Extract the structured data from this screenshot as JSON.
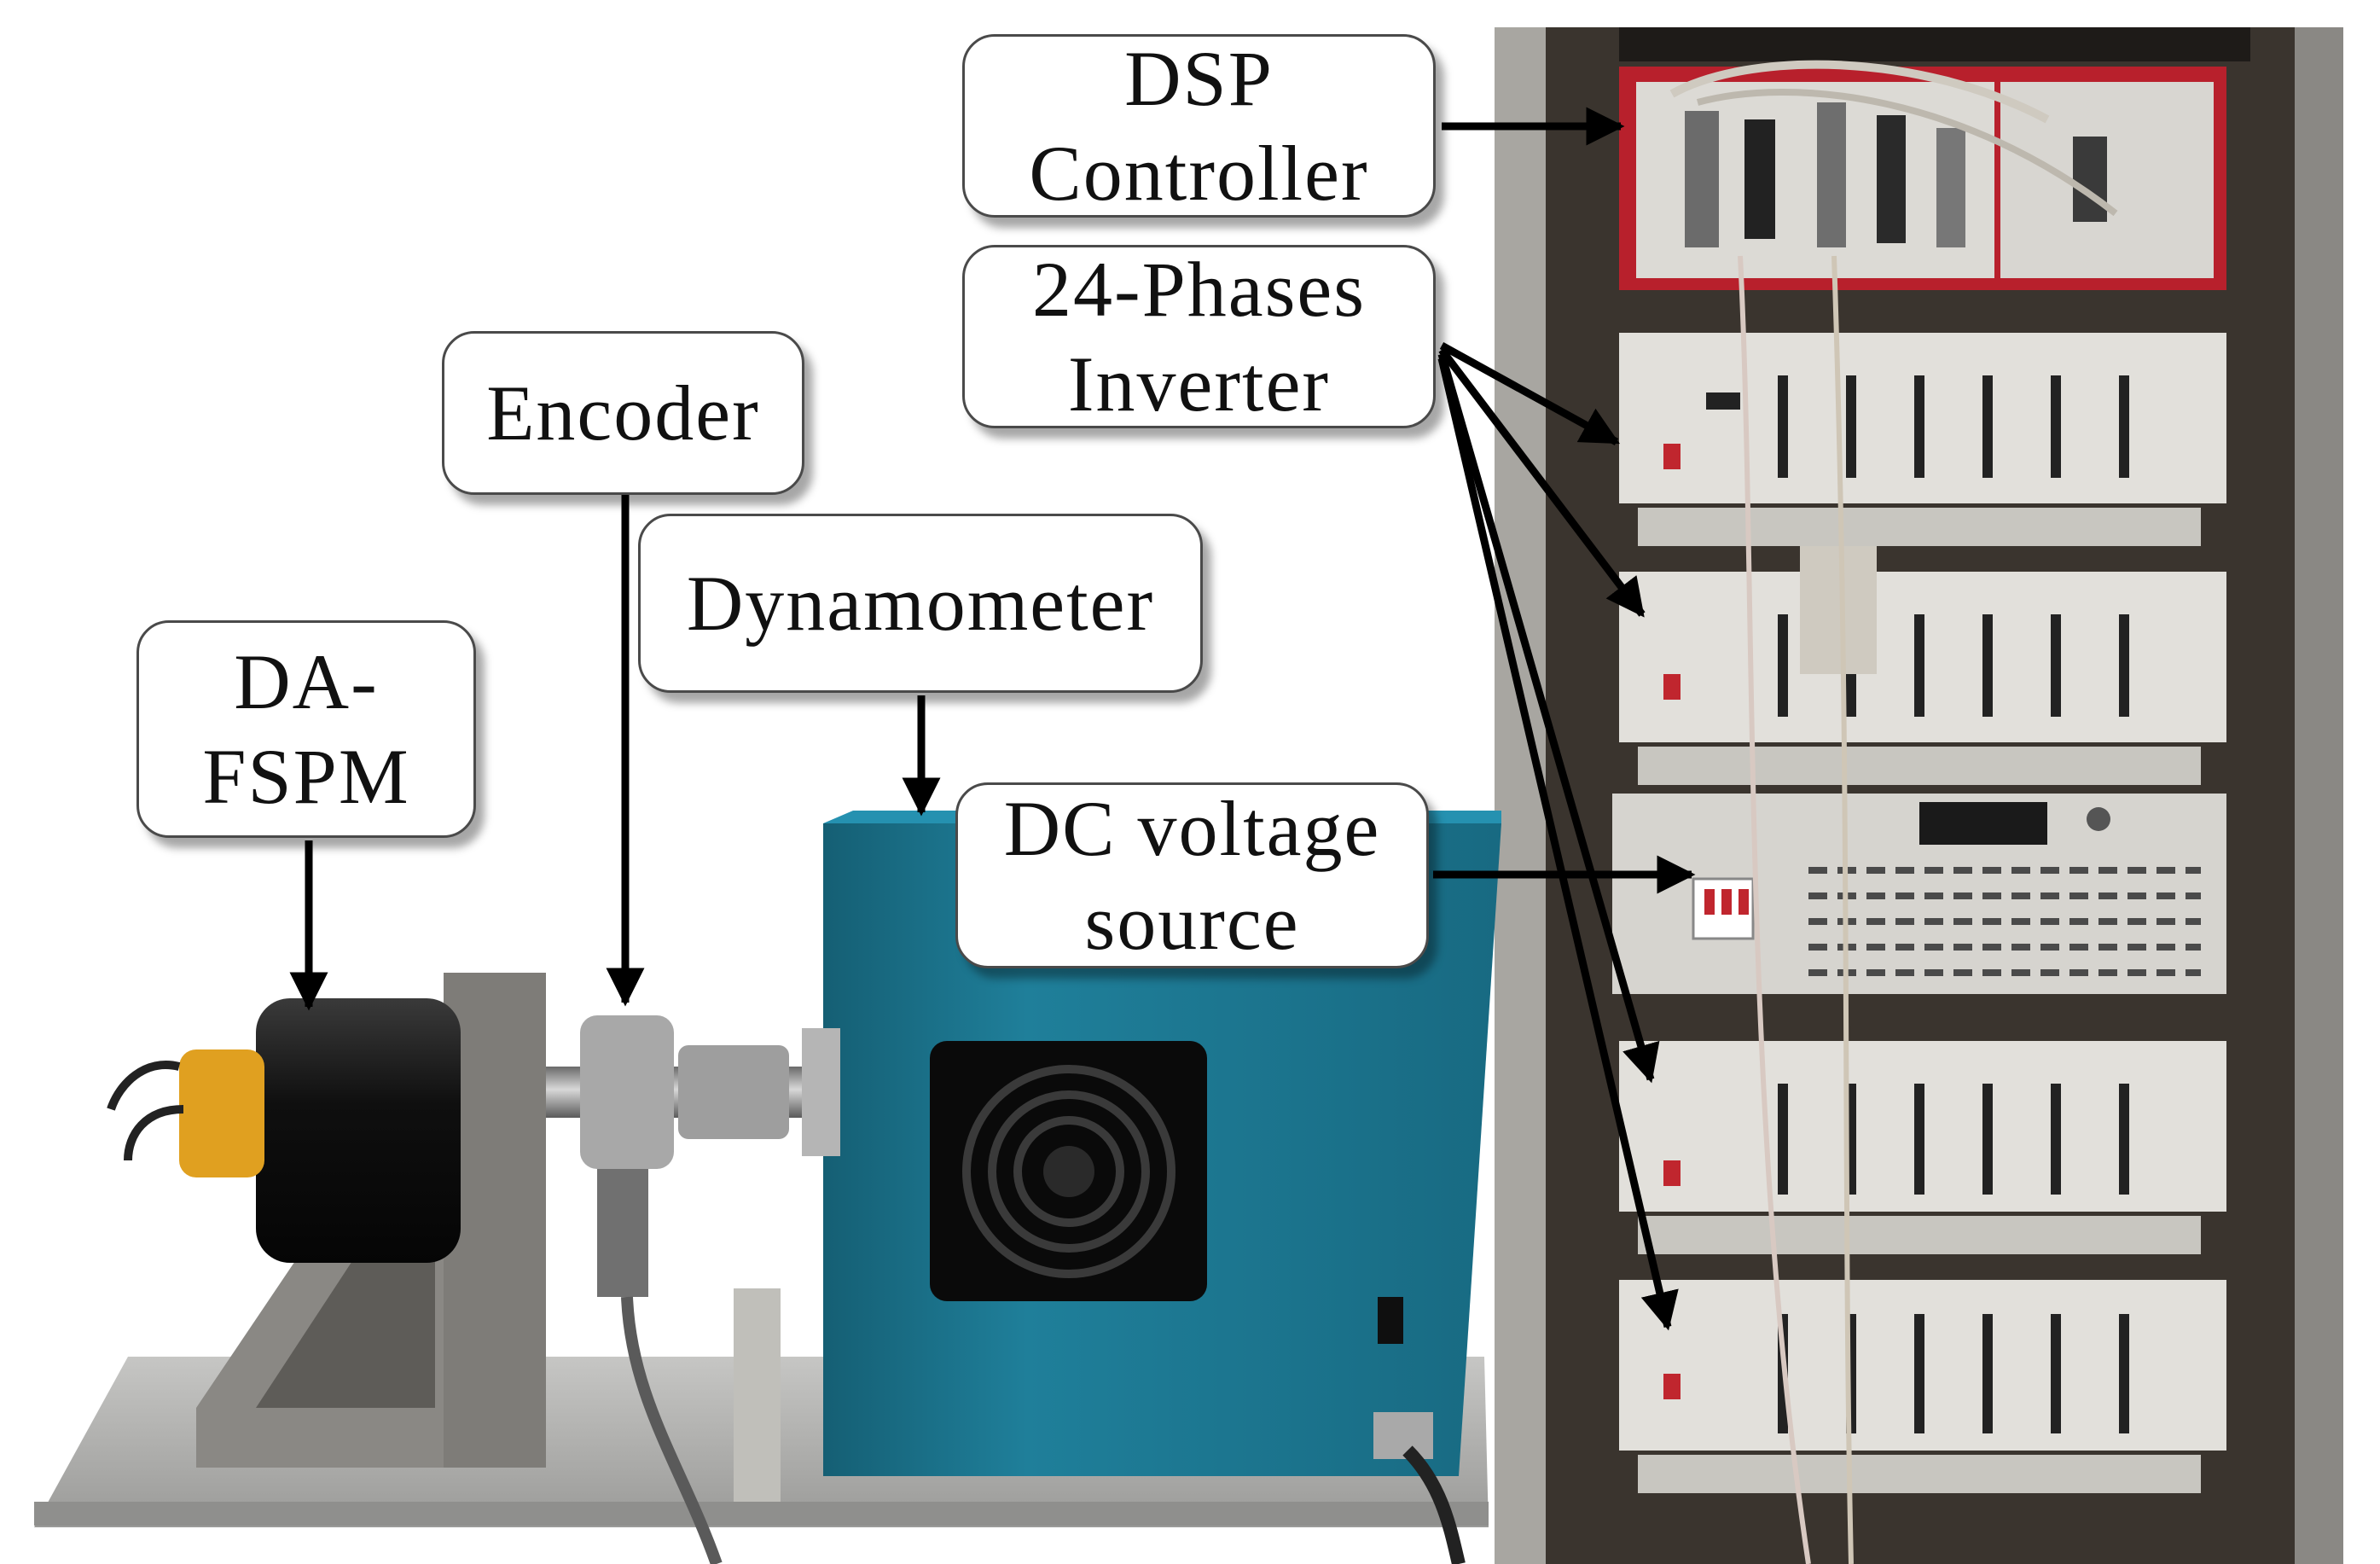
{
  "labels": {
    "dsp": {
      "line1": "DSP",
      "line2": "Controller"
    },
    "inverter": {
      "line1": "24-Phases",
      "line2": "Inverter"
    },
    "encoder": {
      "line1": "Encoder"
    },
    "dynamometer": {
      "line1": "Dynamometer"
    },
    "da_fspm": {
      "line1": "DA-",
      "line2": "FSPM"
    },
    "dc_source": {
      "line1": "DC voltage",
      "line2": "source"
    }
  },
  "colors": {
    "dynamometer_housing": "#1f7f9a",
    "cabinet_frame": "#c9c7c2",
    "dsp_rack": "#b8202c",
    "motor_body": "#1a1a1a",
    "slip_ring": "#e0a020",
    "arrow": "#000000"
  }
}
